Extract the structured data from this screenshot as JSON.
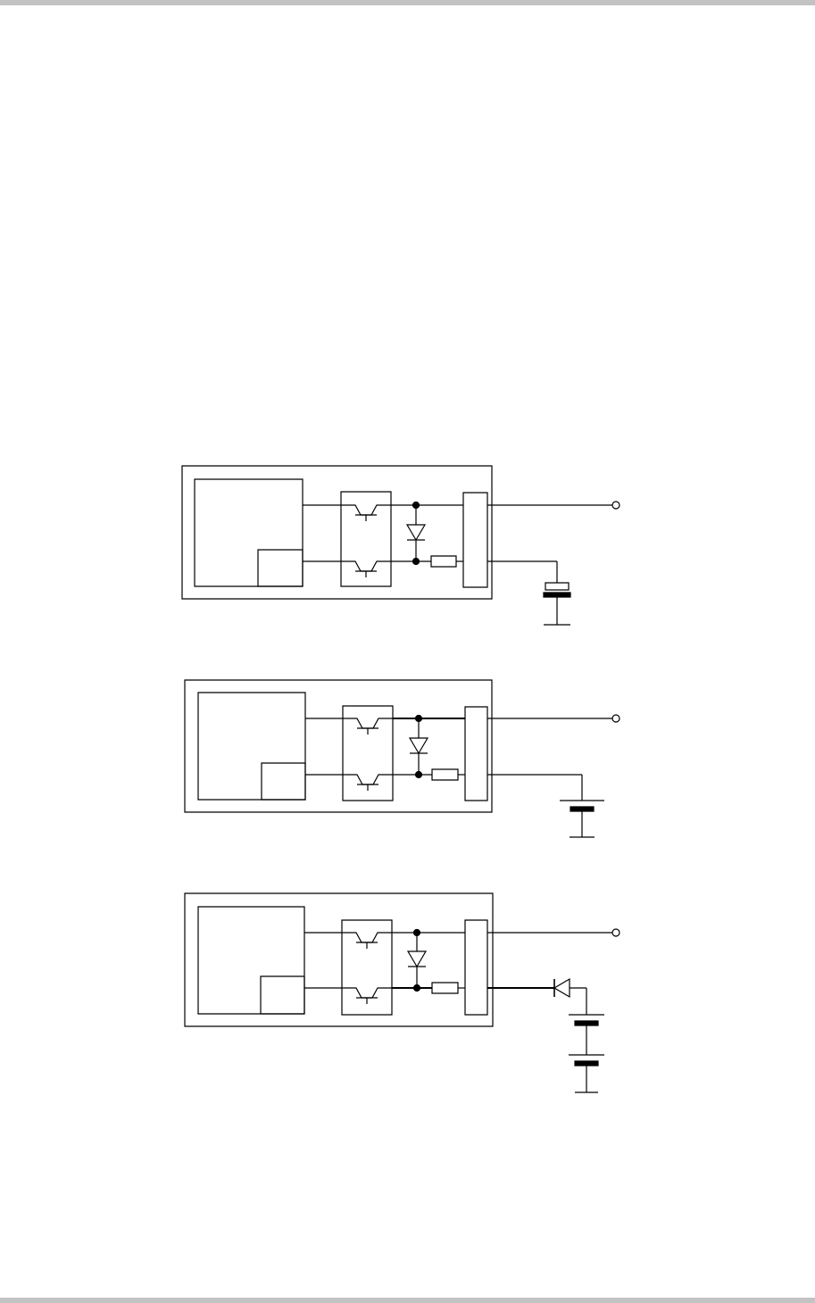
{
  "colors": {
    "page_rule": "#c3c3c3",
    "line": "#000000",
    "background": "#ffffff"
  },
  "figures": [
    {
      "variant": "capacitor-load"
    },
    {
      "variant": "single-battery-load"
    },
    {
      "variant": "diode-and-series-batteries-load"
    }
  ]
}
